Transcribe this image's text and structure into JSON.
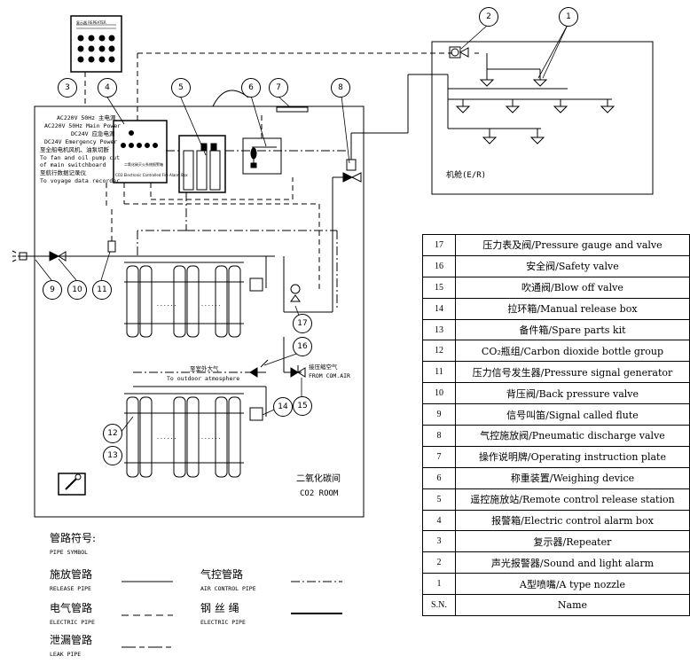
{
  "power_notes": {
    "line1": "AC220V 50Hz 主电源",
    "line2": "AC220V 50Hz Main Power",
    "line3": "DC24V 应急电源",
    "line4": "DC24V Emergency Power",
    "line5": "至全船电机风机、油泵切断",
    "line6": "To fan and oil pump cut",
    "line7": "of main switchboard",
    "line8": "至航行数据记录仪",
    "line9": "To voyage data recorder"
  },
  "devices": {
    "repeater_caption": "复示器 REPEATER",
    "alarm_box_label_cn": "二氧化碳灭火系统报警箱",
    "alarm_box_label_en": "CO2 Electronic Controlled Fire Alarm Box"
  },
  "room": {
    "engine_room": "机舱(E/R)",
    "co2_room_cn": "二氧化碳间",
    "co2_room_en": "CO2 ROOM",
    "outdoor_cn": "至室外大气",
    "outdoor_en": "To outdoor atmosphere",
    "comair_cn": "接压缩空气",
    "comair_en": "FROM COM.AIR",
    "dots": "......"
  },
  "callouts": [
    "1",
    "2",
    "3",
    "4",
    "5",
    "6",
    "7",
    "8",
    "9",
    "10",
    "11",
    "12",
    "13",
    "14",
    "15",
    "16",
    "17"
  ],
  "pipe_symbols": {
    "title_cn": "管路符号:",
    "title_en": "PIPE SYMBOL",
    "release_cn": "施放管路",
    "release_en": "RELEASE PIPE",
    "aircontrol_cn": "气控管路",
    "aircontrol_en": "AIR CONTROL PIPE",
    "electric_cn": "电气管路",
    "electric_en": "ELECTRIC PIPE",
    "wire_cn": "钢 丝 绳",
    "wire_en": "ELECTRIC PIPE",
    "leak_cn": "泄漏管路",
    "leak_en": "LEAK PIPE"
  },
  "legend": {
    "header_sn": "S.N.",
    "header_name": "Name",
    "rows": [
      {
        "sn": "17",
        "name": "压力表及阀/Pressure gauge and valve"
      },
      {
        "sn": "16",
        "name": "安全阀/Safety valve"
      },
      {
        "sn": "15",
        "name": "吹通阀/Blow off valve"
      },
      {
        "sn": "14",
        "name": "拉环箱/Manual release box"
      },
      {
        "sn": "13",
        "name": "备件箱/Spare parts kit"
      },
      {
        "sn": "12",
        "name": "CO₂瓶组/Carbon dioxide bottle group"
      },
      {
        "sn": "11",
        "name": "压力信号发生器/Pressure signal generator"
      },
      {
        "sn": "10",
        "name": "背压阀/Back pressure valve"
      },
      {
        "sn": "9",
        "name": "信号叫笛/Signal called flute"
      },
      {
        "sn": "8",
        "name": "气控施放阀/Pneumatic discharge valve"
      },
      {
        "sn": "7",
        "name": "操作说明牌/Operating instruction plate"
      },
      {
        "sn": "6",
        "name": "称重装置/Weighing device"
      },
      {
        "sn": "5",
        "name": "遥控施放站/Remote control release station"
      },
      {
        "sn": "4",
        "name": "报警箱/Electric control alarm box"
      },
      {
        "sn": "3",
        "name": "复示器/Repeater"
      },
      {
        "sn": "2",
        "name": "声光报警器/Sound and light alarm"
      },
      {
        "sn": "1",
        "name": "A型喷嘴/A type nozzle"
      }
    ]
  }
}
